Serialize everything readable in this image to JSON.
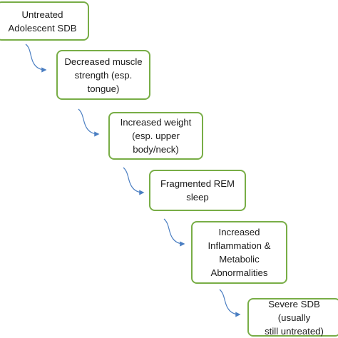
{
  "diagram": {
    "steps": [
      {
        "label": "Untreated\nAdolescent SDB"
      },
      {
        "label": "Decreased muscle\nstrength (esp.\ntongue)"
      },
      {
        "label": "Increased weight\n(esp. upper\nbody/neck)"
      },
      {
        "label": "Fragmented REM\nsleep"
      },
      {
        "label": "Increased\nInflammation &\nMetabolic\nAbnormalities"
      },
      {
        "label": "Severe SDB (usually\nstill untreated)"
      }
    ],
    "colors": {
      "box_border": "#78ad46",
      "arrow": "#4a7ec2",
      "text": "#1a1a1a"
    }
  }
}
